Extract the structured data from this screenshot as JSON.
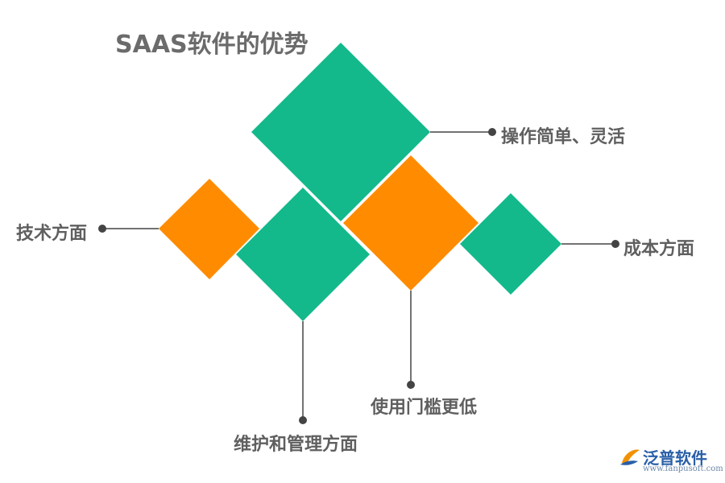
{
  "title": "SAAS软件的优势",
  "nodes": {
    "top": "操作简单、灵活",
    "left": "技术方面",
    "right": "成本方面",
    "bottom_middle": "使用门槛更低",
    "bottom_left": "维护和管理方面"
  },
  "colors": {
    "green": "#13b98b",
    "orange": "#ff8c00",
    "line": "#444444",
    "text": "#5f5f5f"
  },
  "logo": {
    "name": "泛普软件",
    "url": "www.fanpusoft.com"
  }
}
